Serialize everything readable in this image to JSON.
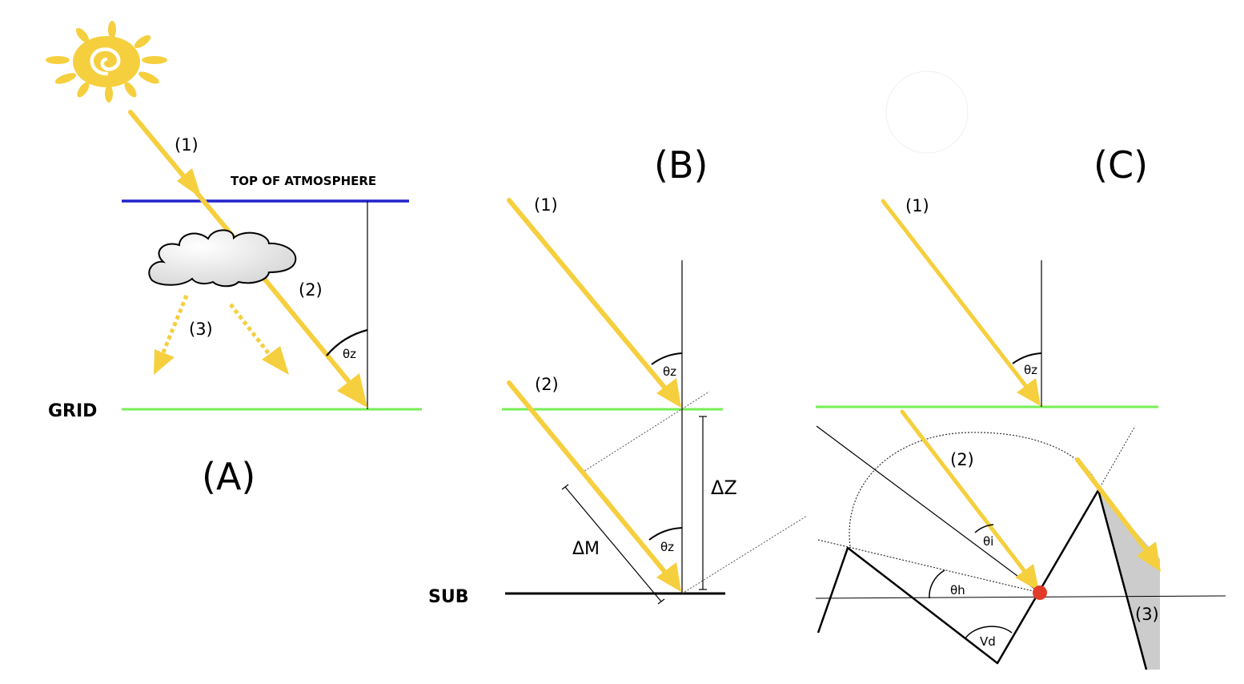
{
  "panel_a": {
    "title": "(A)",
    "top_label": "TOP OF ATMOSPHERE",
    "grid_label": "GRID",
    "beam_1": "(1)",
    "beam_2": "(2)",
    "beam_3": "(3)",
    "zenith_angle": "θz"
  },
  "panel_b": {
    "title": "(B)",
    "beam_1": "(1)",
    "beam_2": "(2)",
    "zenith_angle_top": "θz",
    "zenith_angle_bottom": "θz",
    "delta_z": "ΔZ",
    "delta_m": "ΔM",
    "sub_label": "SUB"
  },
  "panel_c": {
    "title": "(C)",
    "beam_1": "(1)",
    "beam_2": "(2)",
    "beam_3": "(3)",
    "zenith_angle": "θz",
    "incidence_angle": "θi",
    "horizon_angle": "θh",
    "valley_angle": "Vd"
  },
  "colors": {
    "beam": "#f5cf3e",
    "top_of_atmosphere": "#2222cc",
    "grid": "#77ee55",
    "shadow": "#cccccc",
    "point": "#e23b2a"
  }
}
